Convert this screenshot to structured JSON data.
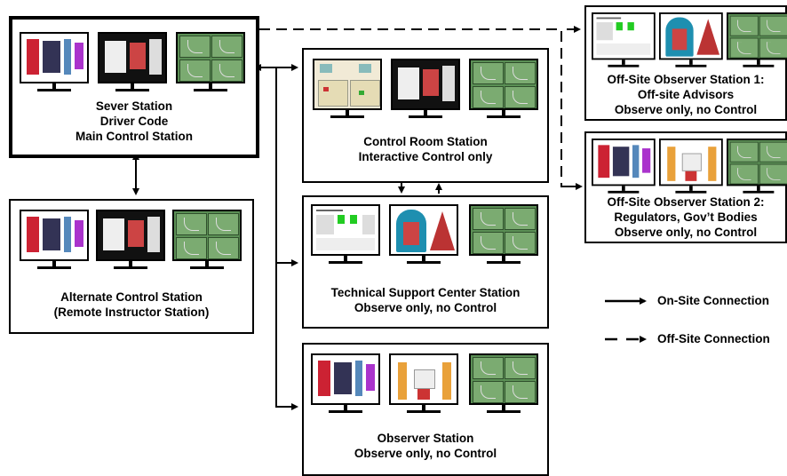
{
  "stations": {
    "server": {
      "line1": "Sever Station",
      "line2": "Driver Code",
      "line3": "Main Control Station"
    },
    "alternate": {
      "line1": "Alternate Control Station",
      "line2": "(Remote Instructor Station)"
    },
    "control_room": {
      "line1": "Control Room Station",
      "line2": "Interactive Control only"
    },
    "tsc": {
      "line1": "Technical Support Center Station",
      "line2": "Observe only, no Control"
    },
    "observer": {
      "line1": "Observer Station",
      "line2": "Observe only, no Control"
    },
    "offsite1": {
      "line1": "Off-Site Observer Station 1:",
      "line2": "Off-site Advisors",
      "line3": "Observe only, no Control"
    },
    "offsite2": {
      "line1": "Off-Site Observer Station 2:",
      "line2": "Regulators, Gov’t Bodies",
      "line3": "Observe only, no Control"
    }
  },
  "legend": {
    "onsite": "On-Site Connection",
    "offsite": "Off-Site Connection"
  }
}
